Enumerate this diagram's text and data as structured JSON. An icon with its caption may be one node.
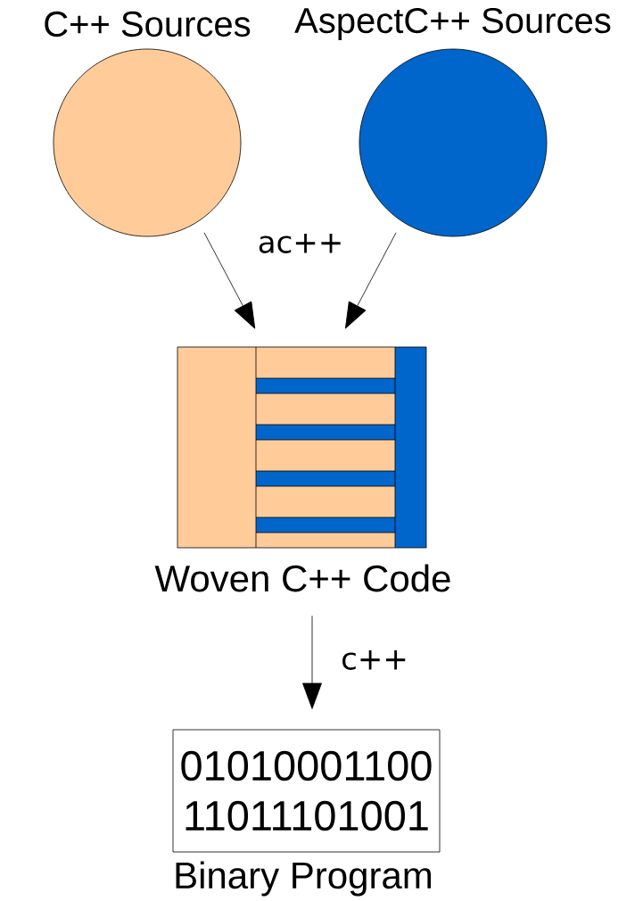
{
  "diagram": {
    "nodes": [
      {
        "text": [
          "C++ Sources"
        ]
      },
      {
        "text": [
          "AspectC++ Sources"
        ]
      },
      {
        "text": [
          "Woven C++ Code"
        ]
      },
      {
        "text": [
          "01010001100 11011101001",
          "Binary Program"
        ]
      }
    ],
    "edges": [
      {
        "from": 0,
        "to": 2,
        "arrow": "to"
      },
      {
        "from": 1,
        "to": 2,
        "arrow": "to"
      },
      {
        "from": 2,
        "to": 3,
        "arrow": "to",
        "label": "c++"
      }
    ],
    "labels": [
      "ac++"
    ]
  }
}
